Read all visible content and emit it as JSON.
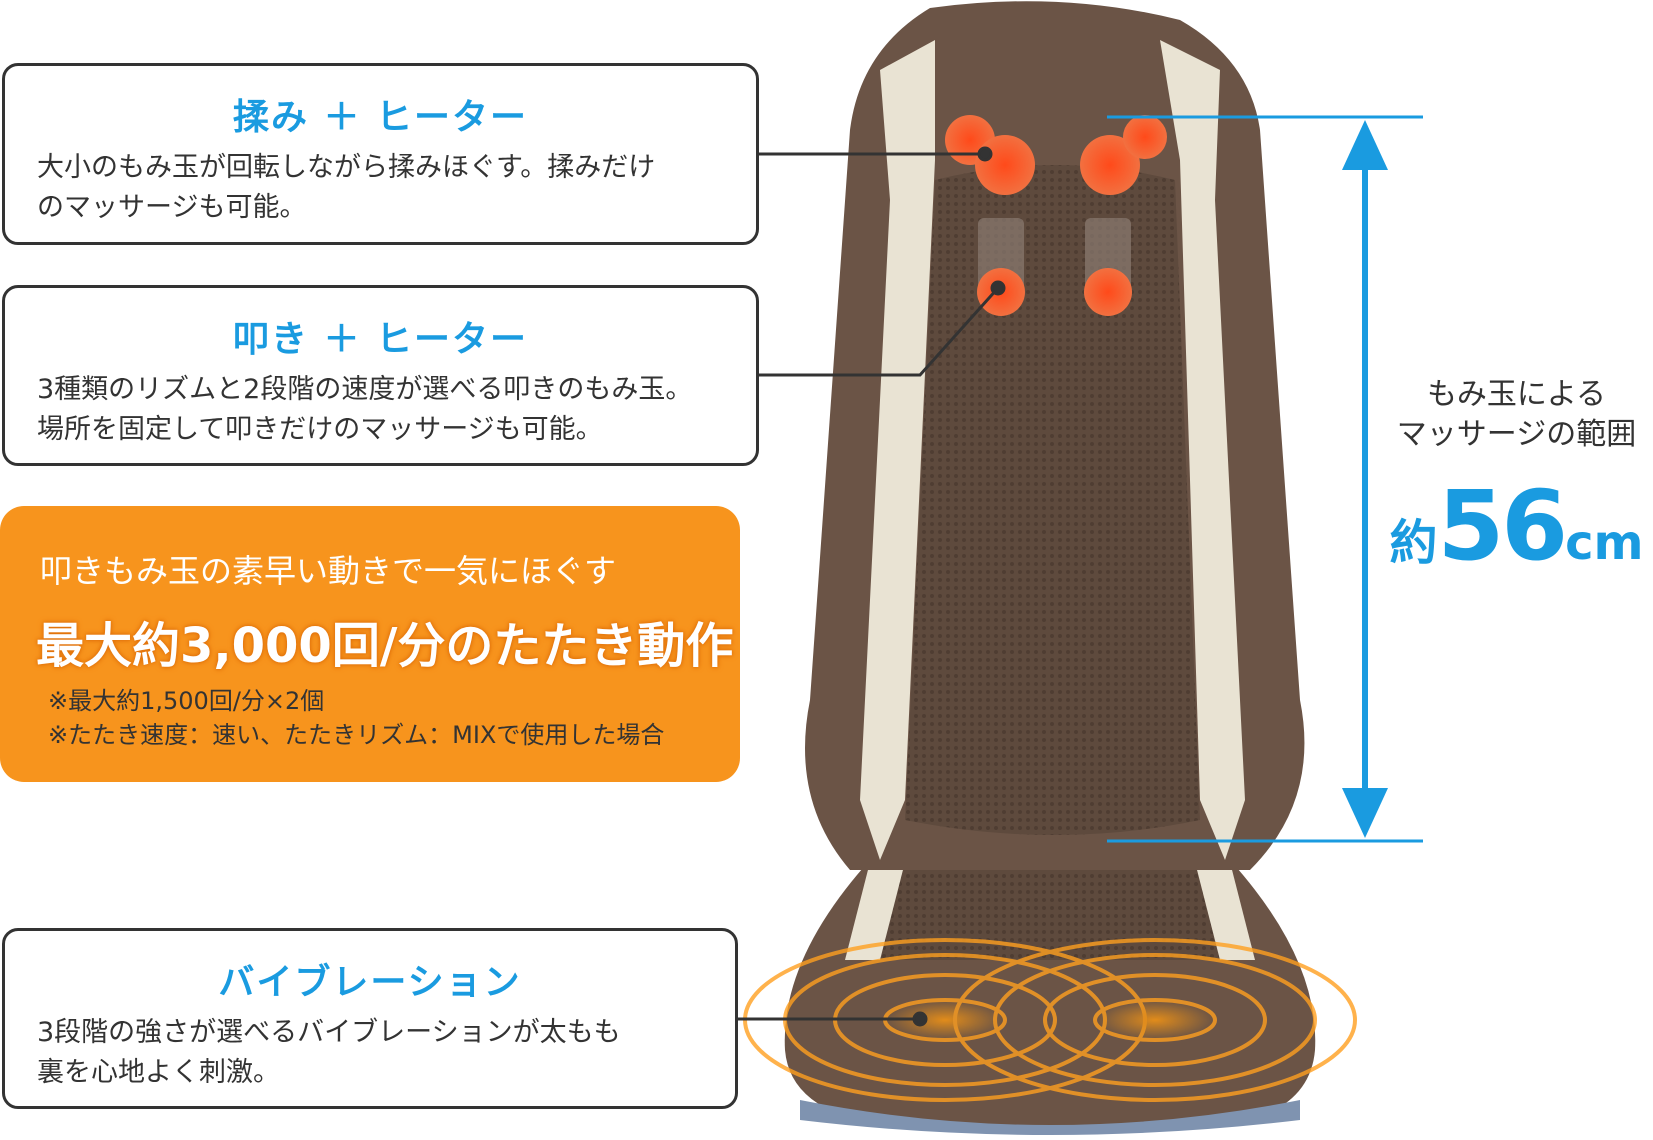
{
  "callouts": [
    {
      "title": "揉み ＋ ヒーター",
      "lines": [
        "大小のもみ玉が回転しながら揉みほぐす。揉みだけ",
        "のマッサージも可能。"
      ]
    },
    {
      "title": "叩き ＋ ヒーター",
      "lines": [
        "3種類のリズムと2段階の速度が選べる叩きのもみ玉。",
        "場所を固定して叩きだけのマッサージも可能。"
      ]
    },
    {
      "title": "バイブレーション",
      "lines": [
        "3段階の強さが選べるバイブレーションが太もも",
        "裏を心地よく刺激。"
      ]
    }
  ],
  "highlight": {
    "lead": "叩きもみ玉の素早い動きで一気にほぐす",
    "headline": "最大約3,000回/分のたたき動作",
    "notes": [
      "※最大約1,500回/分×2個",
      "※たたき速度：速い、たたきリズム：MIXで使用した場合"
    ]
  },
  "range": {
    "label1": "もみ玉による",
    "label2": "マッサージの範囲",
    "prefix": "約",
    "value": "56",
    "unit": "cm"
  },
  "colors": {
    "accent": "#1a9be0",
    "orange": "#f7941d",
    "chair": "#6b5446",
    "trim": "#e9e3d3",
    "heater": "#f25a2a"
  }
}
